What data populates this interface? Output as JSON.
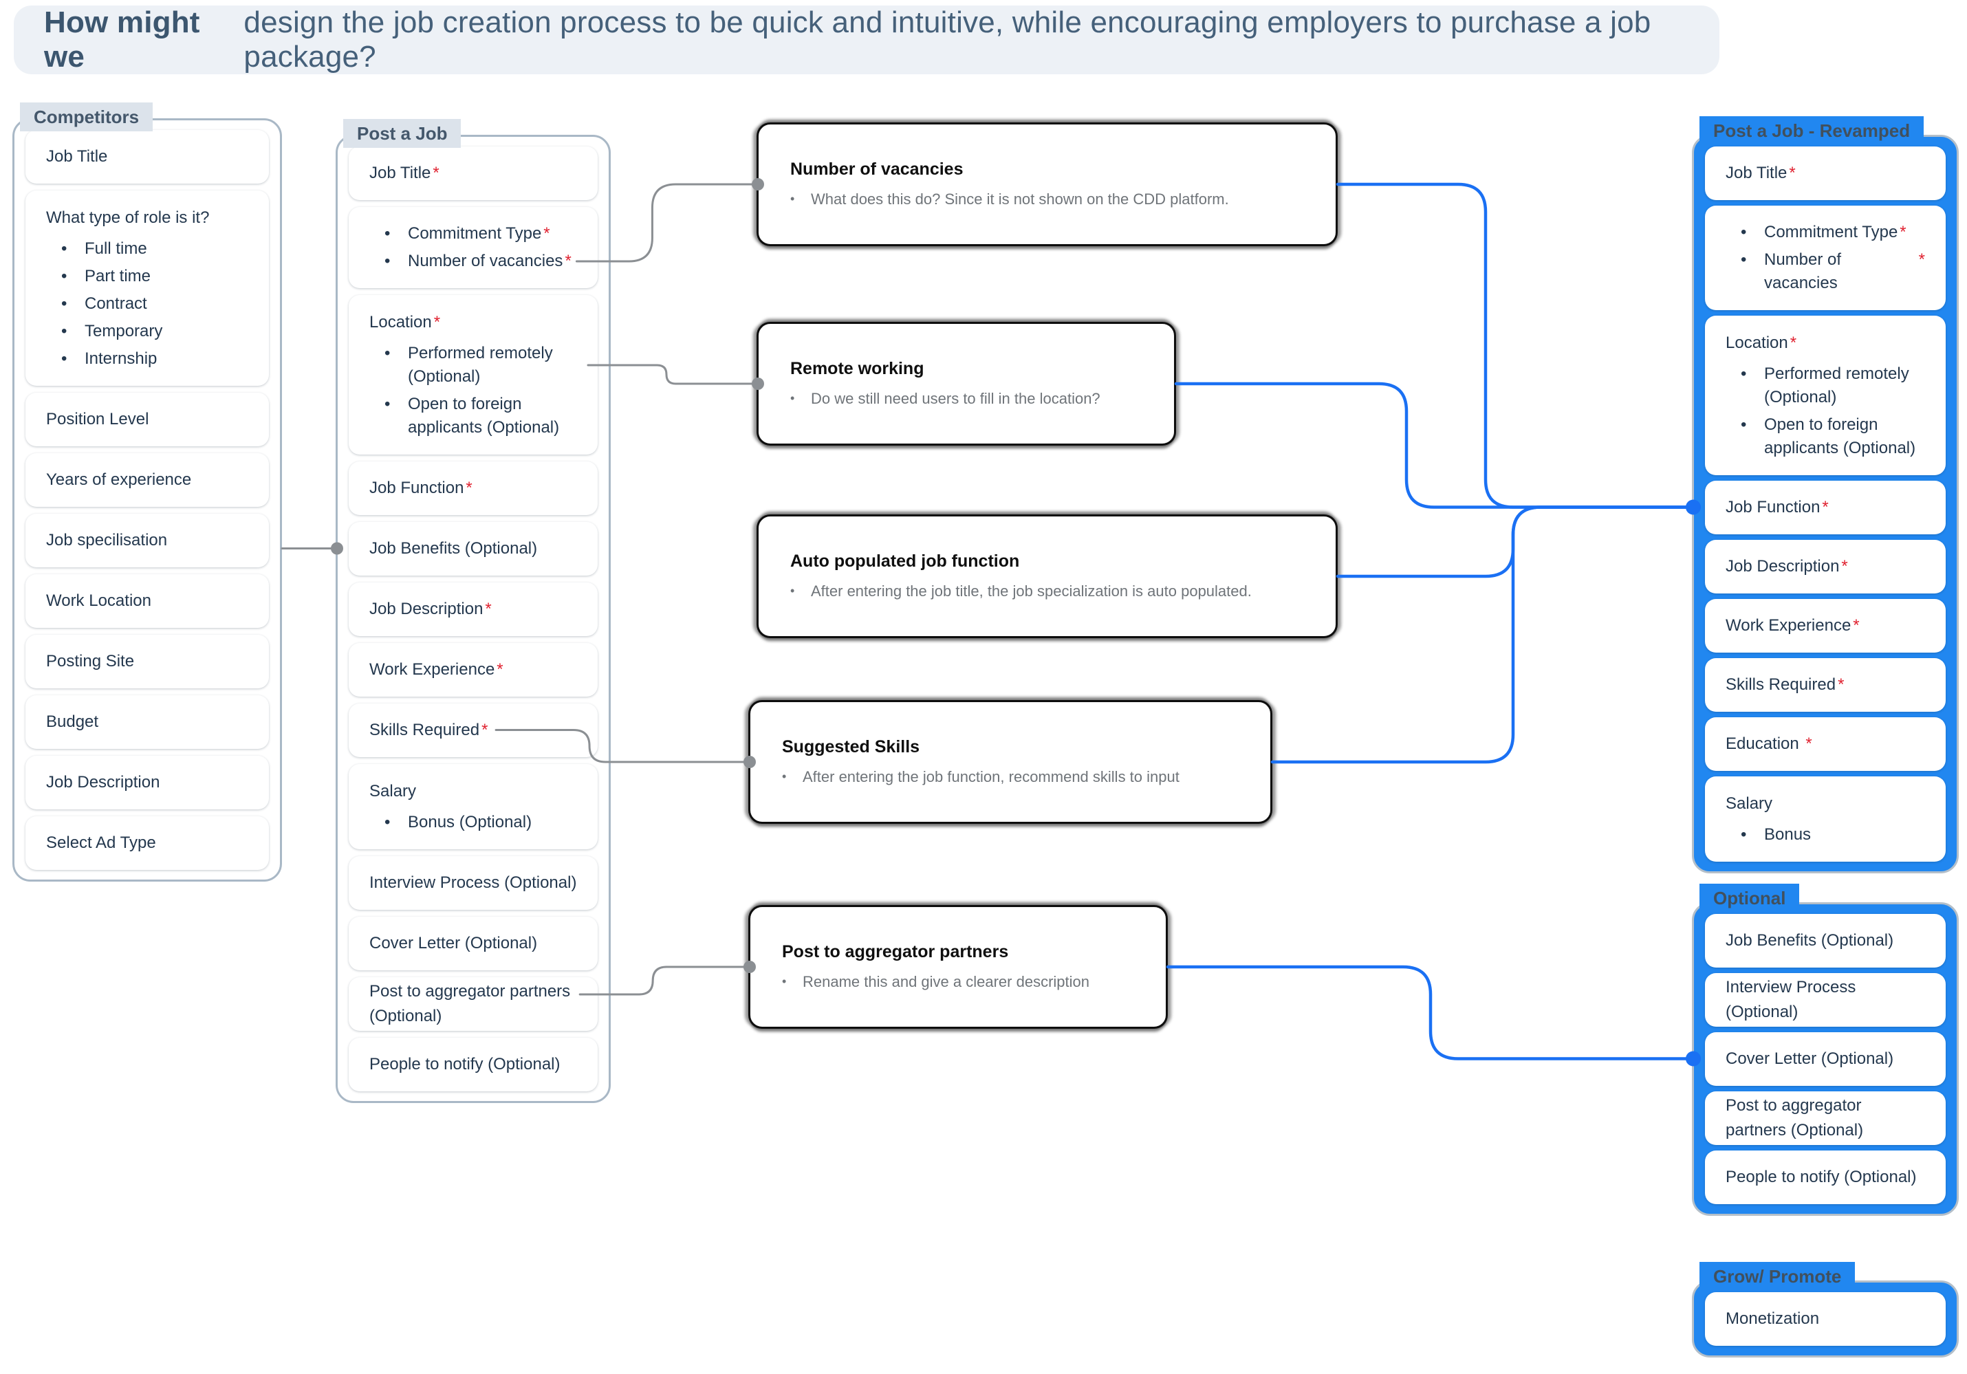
{
  "meta": {
    "asterisk": "*",
    "bullet": "•"
  },
  "colors": {
    "accent_blue": "#2187f0",
    "line_blue": "#1a70f3",
    "line_gray": "#8b8f93",
    "required_red": "#e02230"
  },
  "header": {
    "bold": "How might we",
    "rest": "design the job creation process to be quick and intuitive, while encouraging employers to purchase a job package?"
  },
  "competitors": {
    "label": "Competitors",
    "cards": [
      {
        "title": "Job Title"
      },
      {
        "title": "What type of role is it?",
        "bullets": [
          {
            "text": "Full time"
          },
          {
            "text": "Part time"
          },
          {
            "text": "Contract"
          },
          {
            "text": "Temporary"
          },
          {
            "text": "Internship"
          }
        ]
      },
      {
        "title": "Position Level"
      },
      {
        "title": "Years of experience"
      },
      {
        "title": "Job specilisation"
      },
      {
        "title": "Work Location"
      },
      {
        "title": "Posting Site"
      },
      {
        "title": "Budget"
      },
      {
        "title": "Job Description"
      },
      {
        "title": "Select Ad Type"
      }
    ]
  },
  "post_a_job": {
    "label": "Post a Job",
    "cards": [
      {
        "title": "Job Title",
        "required": true
      },
      {
        "bullets": [
          {
            "text": "Commitment Type",
            "required": true
          },
          {
            "text": "Number of vacancies",
            "required": true
          }
        ]
      },
      {
        "title": "Location",
        "required": true,
        "bullets": [
          {
            "text": "Performed remotely (Optional)"
          },
          {
            "text": "Open to foreign applicants (Optional)"
          }
        ]
      },
      {
        "title": "Job Function",
        "required": true
      },
      {
        "title": "Job Benefits (Optional)"
      },
      {
        "title": "Job Description",
        "required": true
      },
      {
        "title": "Work Experience",
        "required": true
      },
      {
        "title": "Skills Required",
        "required": true
      },
      {
        "title": "Salary",
        "bullets": [
          {
            "text": "Bonus (Optional)"
          }
        ]
      },
      {
        "title": "Interview Process (Optional)"
      },
      {
        "title": "Cover Letter (Optional)"
      },
      {
        "title": "Post to aggregator partners (Optional)"
      },
      {
        "title": "People to notify (Optional)"
      }
    ]
  },
  "notes": [
    {
      "title": "Number of vacancies",
      "bullet": "What does this do? Since it is not shown on the CDD platform."
    },
    {
      "title": "Remote working",
      "bullet": "Do we still need users to fill in the location?"
    },
    {
      "title": "Auto populated job function",
      "bullet": "After entering the job title, the job specialization is auto populated."
    },
    {
      "title": "Suggested Skills",
      "bullet": "After entering the job function, recommend skills to input"
    },
    {
      "title": "Post to aggregator partners",
      "bullet": "Rename this and give a clearer description"
    }
  ],
  "revamped": {
    "label": "Post a Job - Revamped",
    "cards": [
      {
        "title": "Job Title",
        "required": true
      },
      {
        "bullets": [
          {
            "text": "Commitment Type",
            "required": true
          },
          {
            "text": "Number of vacancies",
            "required": true
          }
        ]
      },
      {
        "title": "Location",
        "required": true,
        "bullets": [
          {
            "text": "Performed remotely (Optional)"
          },
          {
            "text": "Open to foreign applicants (Optional)"
          }
        ]
      },
      {
        "title": "Job Function",
        "required": true
      },
      {
        "title": "Job Description",
        "required": true
      },
      {
        "title": "Work Experience",
        "required": true
      },
      {
        "title": "Skills Required",
        "required": true
      },
      {
        "title": "Education ",
        "required": true
      },
      {
        "title": "Salary",
        "bullets": [
          {
            "text": "Bonus"
          }
        ]
      }
    ]
  },
  "optional": {
    "label": "Optional",
    "cards": [
      {
        "title": "Job Benefits (Optional)"
      },
      {
        "title": "Interview Process (Optional)"
      },
      {
        "title": "Cover Letter (Optional)"
      },
      {
        "title": "Post to aggregator partners (Optional)"
      },
      {
        "title": "People to notify (Optional)"
      }
    ]
  },
  "grow": {
    "label": "Grow/ Promote",
    "cards": [
      {
        "title": "Monetization"
      }
    ]
  }
}
